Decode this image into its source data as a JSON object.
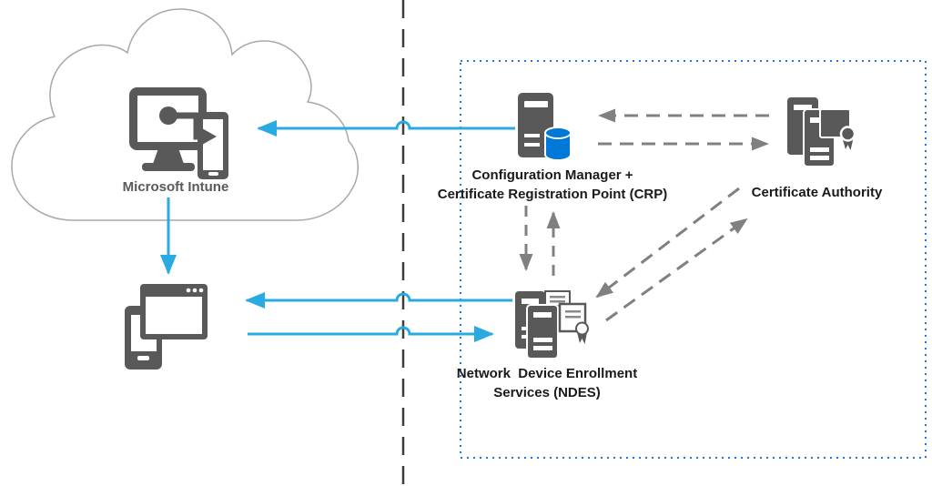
{
  "colors": {
    "flow_blue": "#29abe2",
    "database_blue": "#0078d7",
    "boundary_dot_blue": "#1e7ad6",
    "icon_gray": "#595959",
    "dashed_arrow_gray": "#808080",
    "separator_gray": "#3d3d3d",
    "cloud_outline_gray": "#a8a8a8",
    "label_color": "#1a1a1a"
  },
  "nodes": {
    "intune": {
      "label": "Microsoft Intune"
    },
    "config_manager": {
      "label_line1": "Configuration Manager +",
      "label_line2": "Certificate Registration Point (CRP)"
    },
    "certificate_authority": {
      "label": "Certificate Authority"
    },
    "ndes": {
      "label_line1": "Network  Device Enrollment",
      "label_line2": "Services (NDES)"
    }
  },
  "connections": [
    {
      "from": "config_manager",
      "to": "intune",
      "style": "solid",
      "color": "blue"
    },
    {
      "from": "intune",
      "to": "device",
      "style": "solid",
      "color": "blue"
    },
    {
      "from": "ndes",
      "to": "device",
      "style": "solid",
      "color": "blue"
    },
    {
      "from": "device",
      "to": "ndes",
      "style": "solid",
      "color": "blue"
    },
    {
      "from": "certificate_authority",
      "to": "config_manager",
      "style": "dashed",
      "color": "gray"
    },
    {
      "from": "config_manager",
      "to": "certificate_authority",
      "style": "dashed",
      "color": "gray"
    },
    {
      "from": "config_manager",
      "to": "ndes",
      "style": "dashed",
      "color": "gray"
    },
    {
      "from": "ndes",
      "to": "config_manager",
      "style": "dashed",
      "color": "gray"
    },
    {
      "from": "certificate_authority",
      "to": "ndes",
      "style": "dashed",
      "color": "gray"
    },
    {
      "from": "ndes",
      "to": "certificate_authority",
      "style": "dashed",
      "color": "gray"
    }
  ],
  "boundaries": {
    "separator": "dashed vertical line (internet boundary)",
    "corporate_network": "blue dotted rectangle"
  }
}
